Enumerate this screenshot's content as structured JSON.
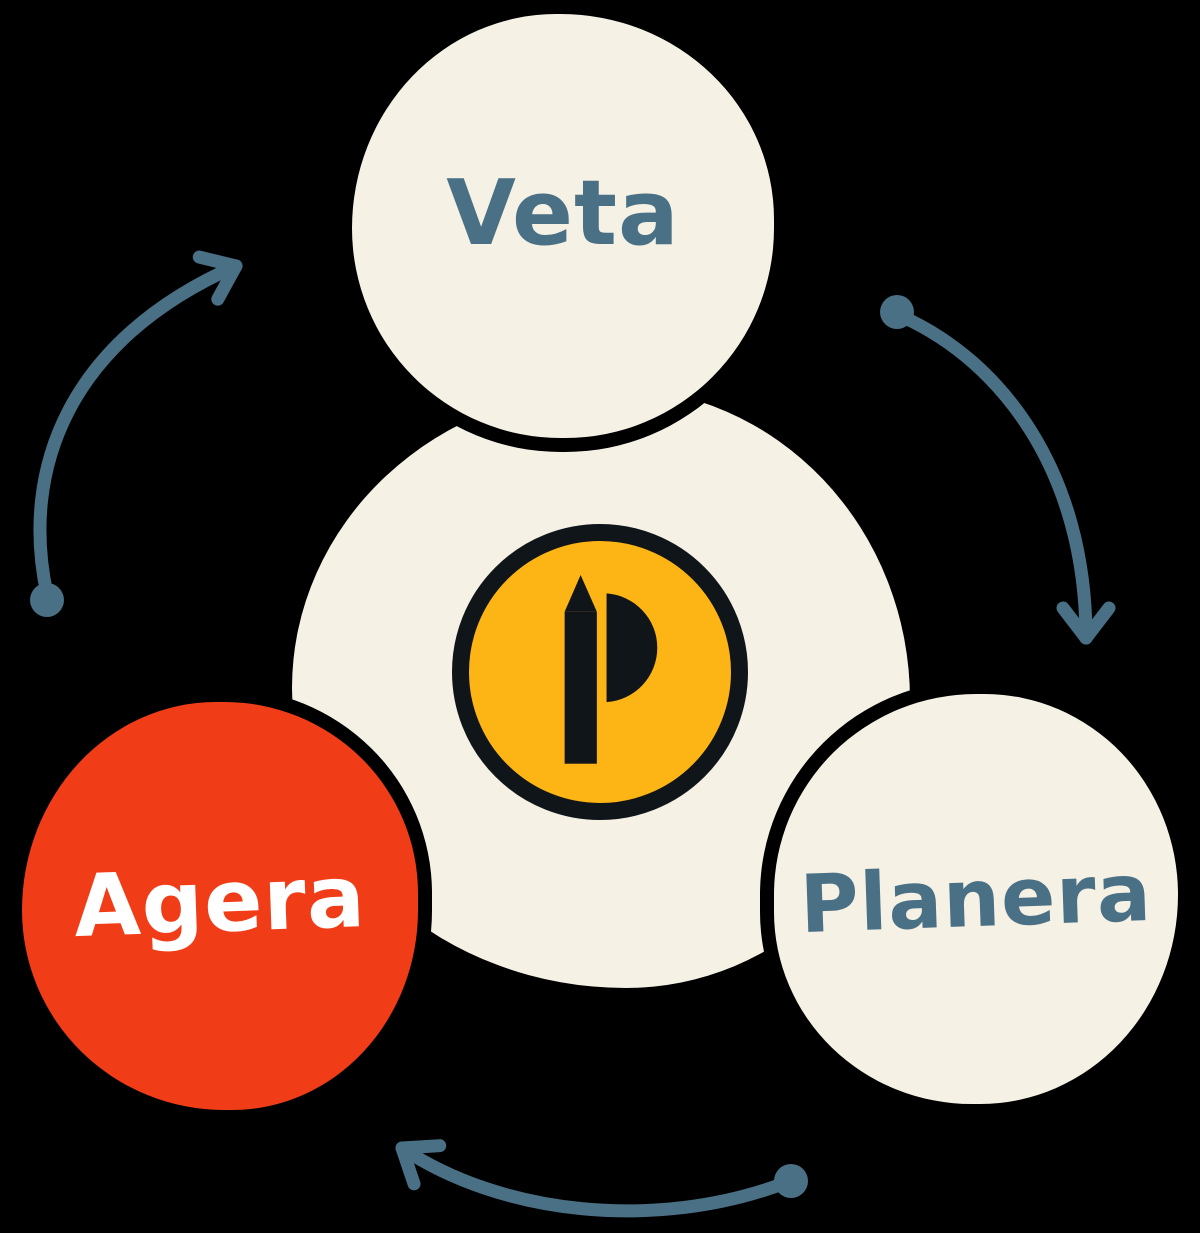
{
  "diagram": {
    "kind": "cycle-diagram",
    "nodes": {
      "veta": {
        "label": "Veta"
      },
      "planera": {
        "label": "Planera"
      },
      "agera": {
        "label": "Agera"
      }
    },
    "arrows": [
      {
        "name": "arrow-agera-to-veta"
      },
      {
        "name": "arrow-veta-to-planera"
      },
      {
        "name": "arrow-planera-to-agera"
      }
    ],
    "icons": {
      "center_logo": "pencil-p-icon",
      "arrow_head": "chevron-arrowhead-icon",
      "arrow_start": "start-dot-icon"
    },
    "colors": {
      "bg": "#000000",
      "cream": "#F5F1E4",
      "orange": "#F13D17",
      "blue": "#4A7086",
      "yellow": "#FCB515",
      "ink": "#10151A",
      "white": "#FFFFFF"
    }
  }
}
